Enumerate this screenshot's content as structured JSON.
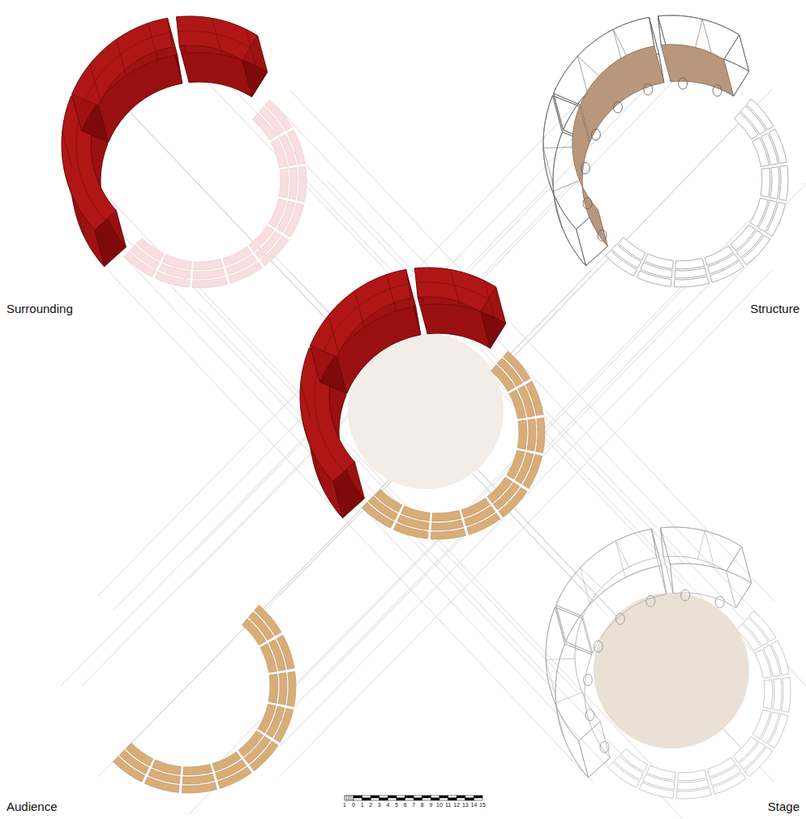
{
  "diagram": {
    "labels": [
      "Surrounding",
      "Structure",
      "Audience",
      "Stage",
      "1",
      "0",
      "1",
      "2",
      "3",
      "4",
      "5",
      "6",
      "7",
      "8",
      "9",
      "10",
      "11",
      "12",
      "13",
      "14",
      "15"
    ]
  }
}
